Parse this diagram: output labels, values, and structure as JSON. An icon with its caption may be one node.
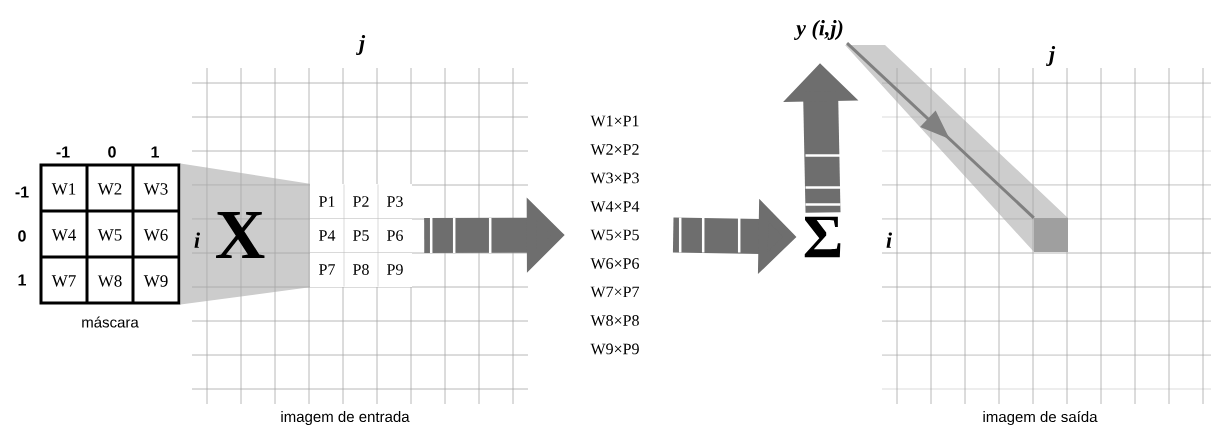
{
  "diagram": {
    "nodes": [
      {
        "text": [
          "W1",
          "W2",
          "W3",
          "W4",
          "W5",
          "W6",
          "W7",
          "W8",
          "W9"
        ],
        "beside": [
          "máscara"
        ]
      },
      {
        "text": [],
        "shape": "grid",
        "beside": [
          "imagem de entrada"
        ]
      },
      {
        "text": [
          "P1",
          "P2",
          "P3",
          "P4",
          "P5",
          "P6",
          "P7",
          "P8",
          "P9"
        ],
        "in": 1
      },
      {
        "text": [
          "W1×P1",
          "W2×P2",
          "W3×P3",
          "W4×P4",
          "W5×P5",
          "W6×P6",
          "W7×P7",
          "W8×P8",
          "W9×P9"
        ]
      },
      {
        "text": [
          "Σ"
        ]
      },
      {
        "text": [
          "y (i,j)"
        ]
      },
      {
        "text": [],
        "shape": "grid",
        "beside": [
          "imagem de saída"
        ]
      },
      {
        "text": [],
        "shape": "box",
        "in": 6
      }
    ],
    "edges": [
      {
        "from": 0,
        "to": 2,
        "arrow": "none",
        "color": "#cccccc"
      },
      {
        "from": 2,
        "to": 3,
        "arrow": "to"
      },
      {
        "from": 3,
        "to": 4,
        "arrow": "to"
      },
      {
        "from": 4,
        "to": 5,
        "arrow": "to"
      },
      {
        "from": 5,
        "to": 7,
        "arrow": "to",
        "color": "#808080"
      }
    ],
    "labels": [
      "j",
      "j",
      "-1",
      "0",
      "1",
      "-1",
      "0",
      "1",
      "i",
      "X",
      "i"
    ]
  }
}
